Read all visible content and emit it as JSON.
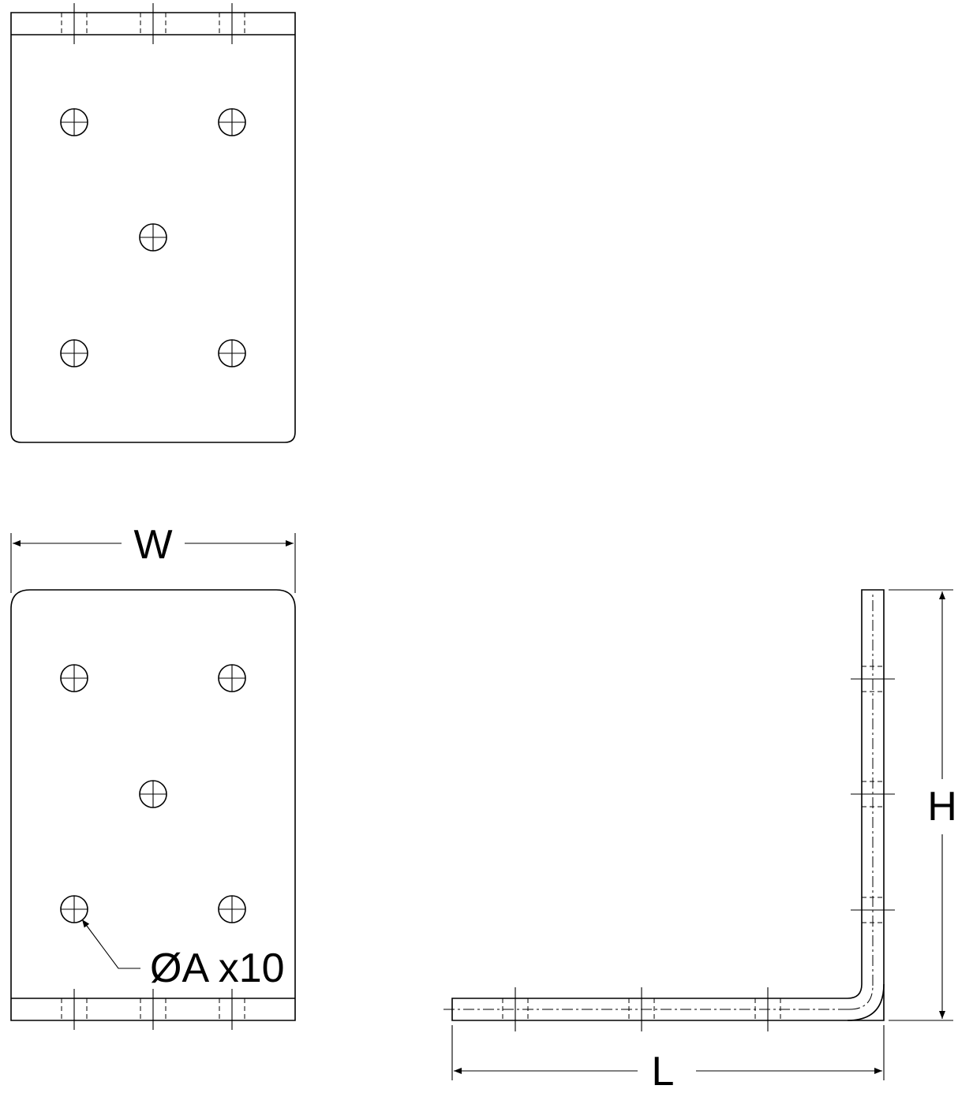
{
  "labels": {
    "width": "W",
    "height": "H",
    "length": "L",
    "hole_callout": "ØA x10"
  },
  "colors": {
    "line": "#000000",
    "background": "#ffffff"
  }
}
